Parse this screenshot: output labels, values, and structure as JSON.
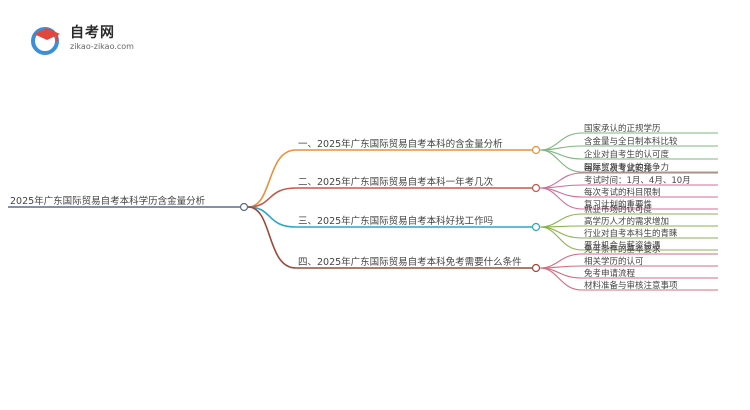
{
  "logo": {
    "title": "自考网",
    "subtitle": "zikao-zikao.com",
    "icon": "graduation-cap-icon"
  },
  "root": {
    "text": "2025年广东国际贸易自考本科学历含金量分析",
    "color": "#5a6c8a"
  },
  "branches": [
    {
      "text": "一、2025年广东国际贸易自考本科的含金量分析",
      "color": "#e8913a",
      "leafColor": "#7fb77e",
      "leaves": [
        "国家承认的正规学历",
        "含金量与全日制本科比较",
        "企业对自考生的认可度",
        "国际贸易专业的竞争力"
      ]
    },
    {
      "text": "二、2025年广东国际贸易自考本科一年考几次",
      "color": "#c05a4a",
      "leafColor": "#d36c9a",
      "leaves": [
        "每年三次考试安排",
        "考试时间：1月、4月、10月",
        "每次考试的科目限制",
        "复习计划的重要性"
      ]
    },
    {
      "text": "三、2025年广东国际贸易自考本科好找工作吗",
      "color": "#2aa7c9",
      "leafColor": "#8ab34a",
      "leaves": [
        "就业市场的认可度",
        "高学历人才的需求增加",
        "行业对自考本科生的青睐",
        "晋升机会与薪资待遇"
      ]
    },
    {
      "text": "四、2025年广东国际贸易自考本科免考需要什么条件",
      "color": "#9a4a3a",
      "leafColor": "#d86a7e",
      "leaves": [
        "免考条件的基本要求",
        "相关学历的认可",
        "免考申请流程",
        "材料准备与审核注意事项"
      ]
    }
  ]
}
